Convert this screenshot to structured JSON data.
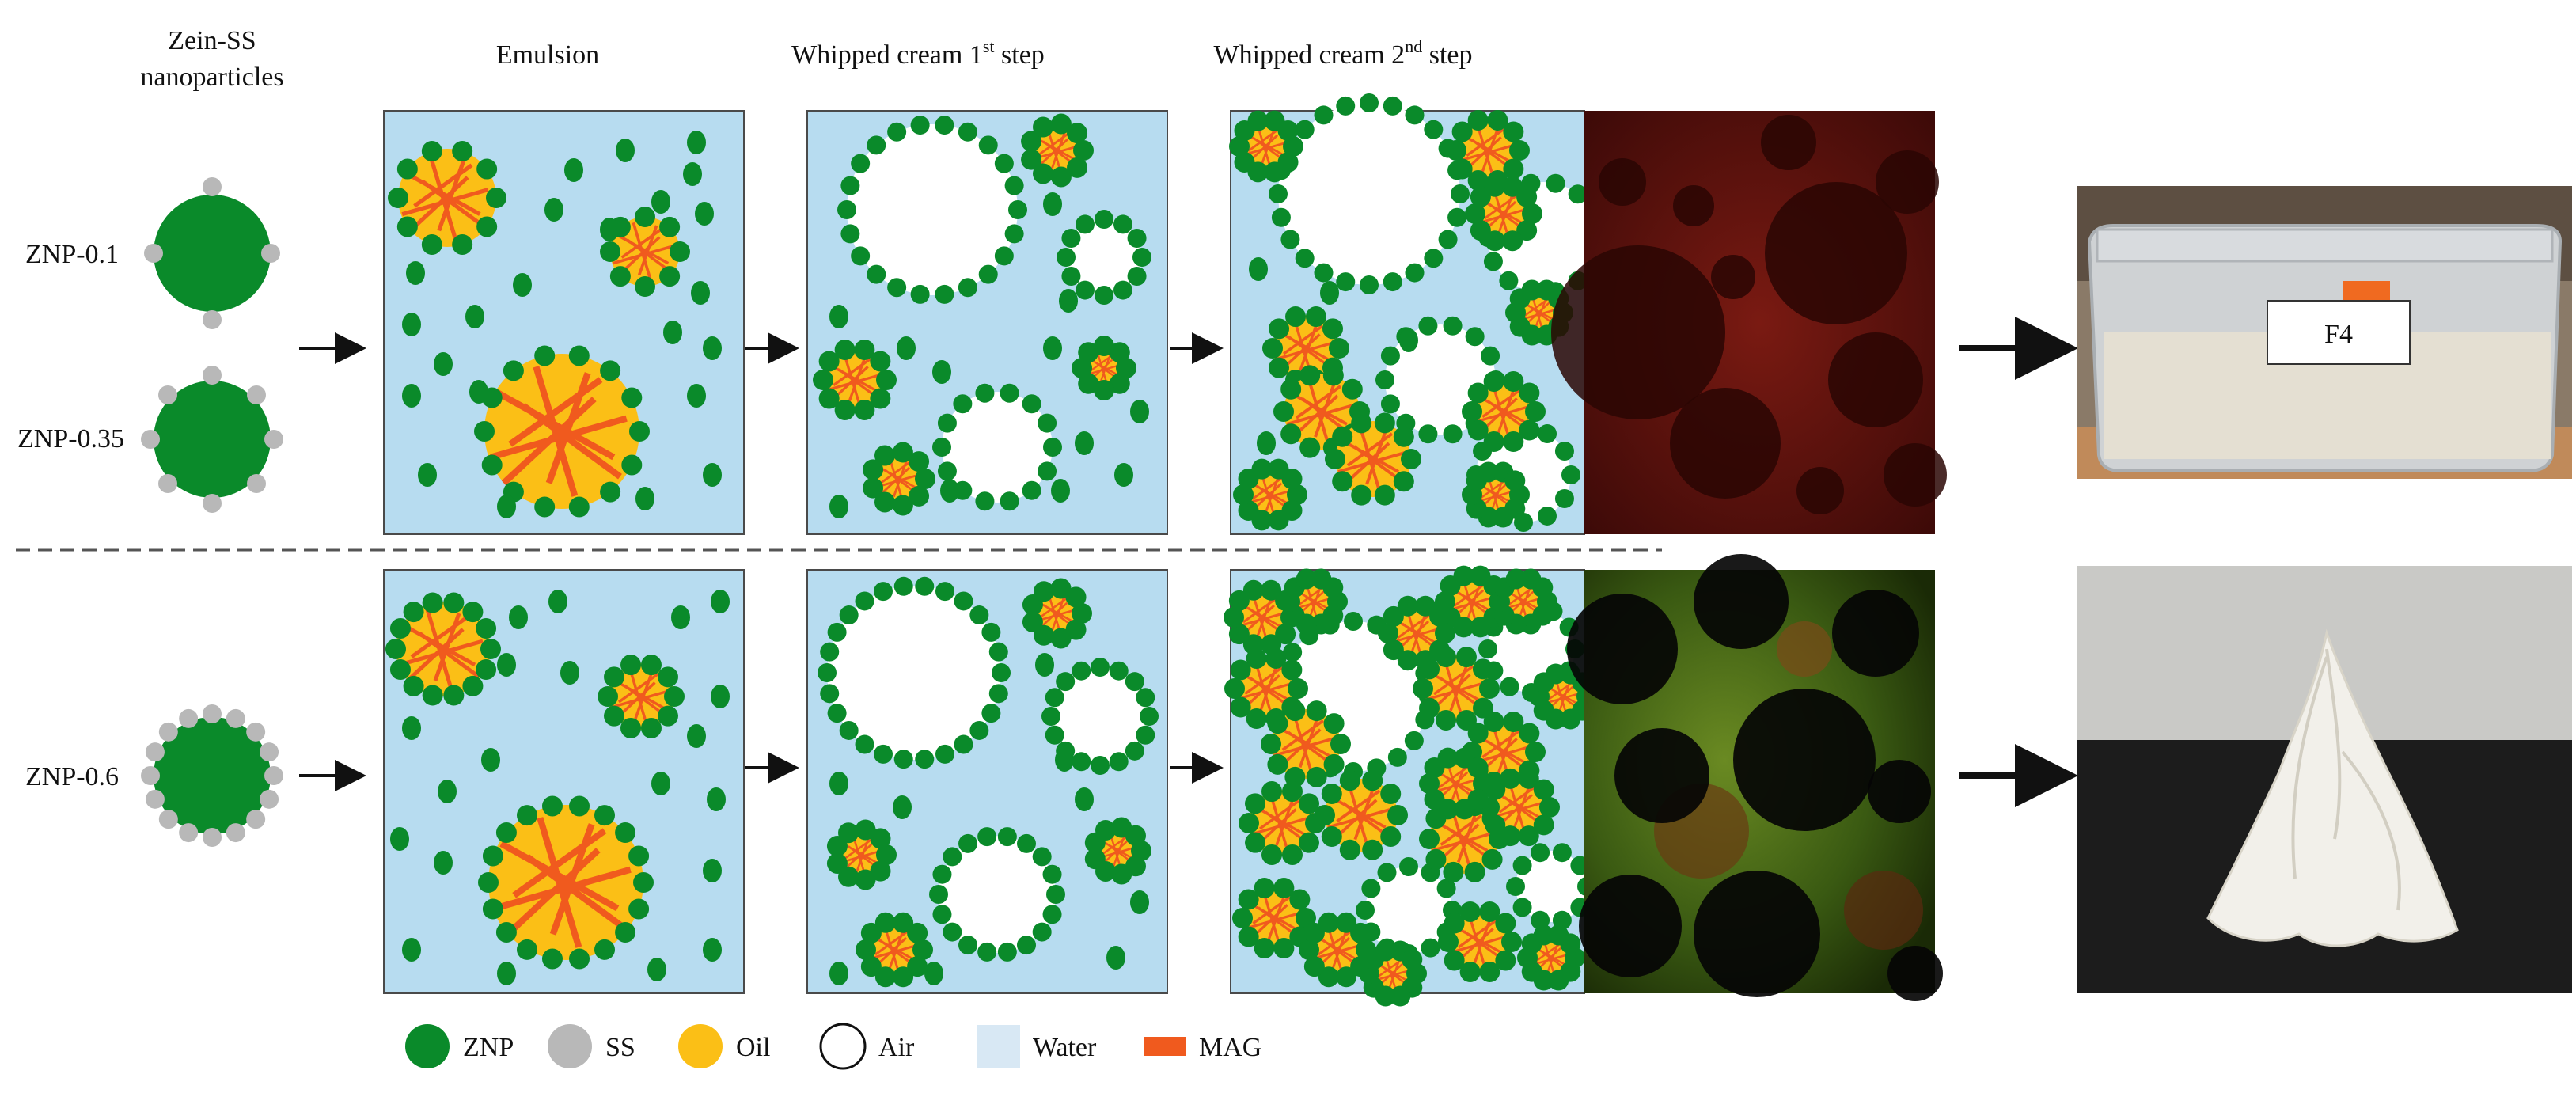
{
  "headers": {
    "nanoparticles_line1": "Zein-SS",
    "nanoparticles_line2": "nanoparticles",
    "emulsion": "Emulsion",
    "whip1_prefix": "Whipped cream 1",
    "whip1_sup": "st",
    "whip1_suffix": " step",
    "whip2_prefix": "Whipped cream 2",
    "whip2_sup": "nd",
    "whip2_suffix": " step"
  },
  "particle_labels": {
    "znp_01": "ZNP-0.1",
    "znp_035": "ZNP-0.35",
    "znp_06": "ZNP-0.6"
  },
  "photo_label": "F4",
  "legend": [
    {
      "key": "znp",
      "label": "ZNP"
    },
    {
      "key": "ss",
      "label": "SS"
    },
    {
      "key": "oil",
      "label": "Oil"
    },
    {
      "key": "air",
      "label": "Air"
    },
    {
      "key": "water",
      "label": "Water"
    },
    {
      "key": "mag",
      "label": "MAG"
    }
  ],
  "colors": {
    "znp": "#0a8a2a",
    "ss": "#b8b8b8",
    "oil": "#fbbf16",
    "air": "#ffffff",
    "water": "#b7dcf0",
    "mag": "#f05a1e",
    "micrograph_red": "#6a1410",
    "micrograph_green": "#3c7a1c",
    "photo_cream": "#e4dfd2"
  }
}
